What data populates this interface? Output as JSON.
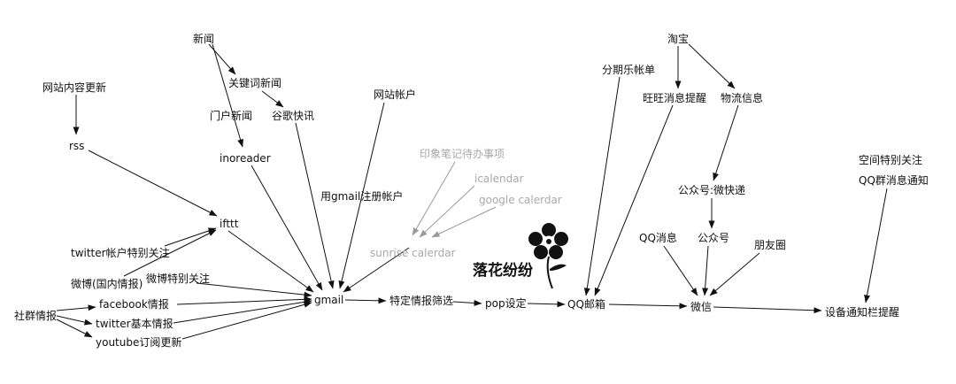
{
  "nodes": {
    "xinwen": "新闻",
    "wangzhan_neirong": "网站内容更新",
    "guanjianci": "关键词新闻",
    "menhu": "门户新闻",
    "guge": "谷歌快讯",
    "wangzhan_zhanghu": "网站帐户",
    "rss": "rss",
    "inoreader": "inoreader",
    "gmail_zhuce": "用gmail注册帐户",
    "yinxiang": "印象笔记待办事项",
    "icalendar": "icalendar",
    "google_calendar": "google calerdar",
    "sunrise": "sunrise calerdar",
    "ifttt": "ifttt",
    "twitter_zhanghu": "twitter帐户特别关注",
    "weibo_guonei": "微博(国内情报)",
    "weibo_guanzhu": "微博特别关注",
    "shequn": "社群情报",
    "facebook": "facebook情报",
    "twitter_jiben": "twitter基本情报",
    "youtube": "youtube订阅更新",
    "gmail": "gmail",
    "teding": "特定情报筛选",
    "pop": "pop设定",
    "qqmail": "QQ邮箱",
    "taobao": "淘宝",
    "fenqile": "分期乐帐单",
    "wangwang": "旺旺消息提醒",
    "wuliu": "物流信息",
    "kongjian": "空间特别关注",
    "qqqun": "QQ群消息通知",
    "gongzhonghao_wkd": "公众号:微快递",
    "qqxiaoxi": "QQ消息",
    "gongzhonghao": "公众号",
    "pengyouquan": "朋友圈",
    "weixin": "微信",
    "shebei": "设备通知栏提醒"
  },
  "watermark": "落花纷纷"
}
